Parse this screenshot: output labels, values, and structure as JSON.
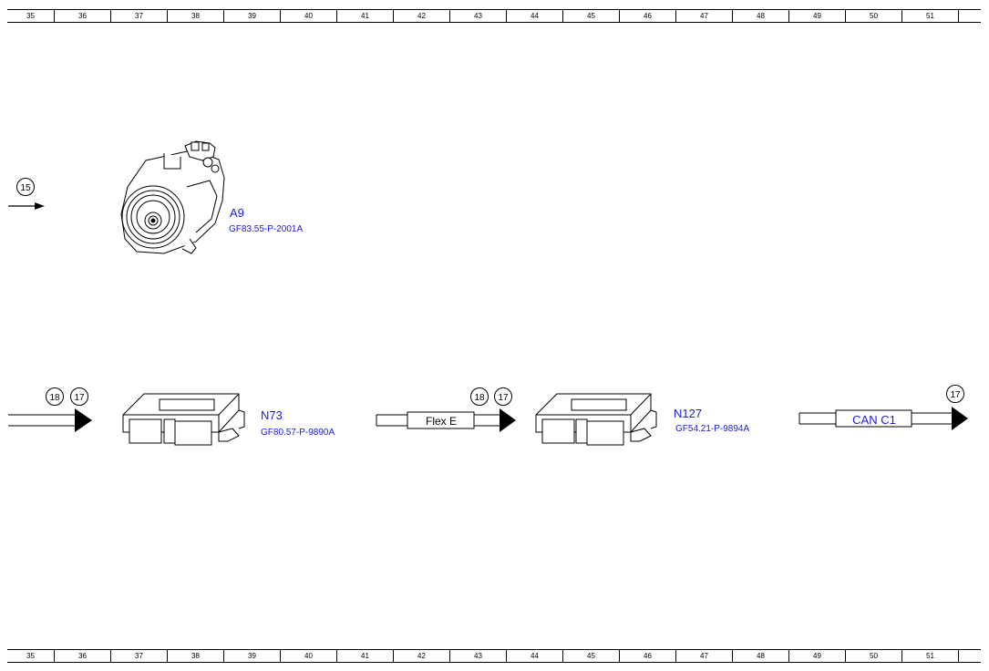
{
  "ruler": {
    "columns": [
      "35",
      "36",
      "37",
      "38",
      "39",
      "40",
      "41",
      "42",
      "43",
      "44",
      "45",
      "46",
      "47",
      "48",
      "49",
      "50",
      "51",
      ""
    ]
  },
  "components": {
    "a9": {
      "ref": "A9",
      "doc": "GF83.55-P-2001A"
    },
    "n73": {
      "ref": "N73",
      "doc": "GF80.57-P-9890A"
    },
    "n127": {
      "ref": "N127",
      "doc": "GF54.21-P-9894A"
    }
  },
  "refs": {
    "r15": "15",
    "left_18": "18",
    "left_17": "17",
    "mid_18": "18",
    "mid_17": "17",
    "right_17": "17"
  },
  "buses": {
    "flex_e": "Flex E",
    "can_c1": "CAN C1"
  },
  "colors": {
    "label": "#1a1adc",
    "line": "#000000"
  }
}
